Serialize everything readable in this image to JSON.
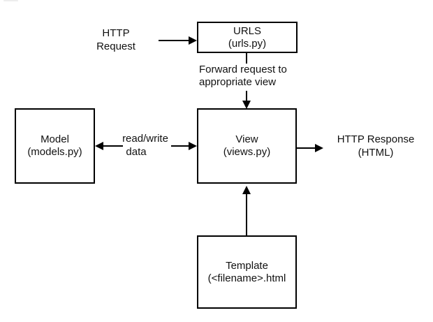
{
  "nodes": {
    "urls": {
      "line1": "URLS",
      "line2": "(urls.py)"
    },
    "model": {
      "line1": "Model",
      "line2": "(models.py)"
    },
    "view": {
      "line1": "View",
      "line2": "(views.py)"
    },
    "template": {
      "line1": "Template",
      "line2": "(<filename>.html"
    }
  },
  "labels": {
    "http_request": {
      "line1": "HTTP",
      "line2": "Request"
    },
    "forward_request": {
      "line1": "Forward request to",
      "line2": "appropriate view"
    },
    "read_write": {
      "line1": "read/write",
      "line2": "data"
    },
    "http_response": {
      "line1": "HTTP Response",
      "line2": "(HTML)"
    }
  },
  "colors": {
    "stroke": "#000000",
    "text": "#111111",
    "background": "#ffffff"
  }
}
